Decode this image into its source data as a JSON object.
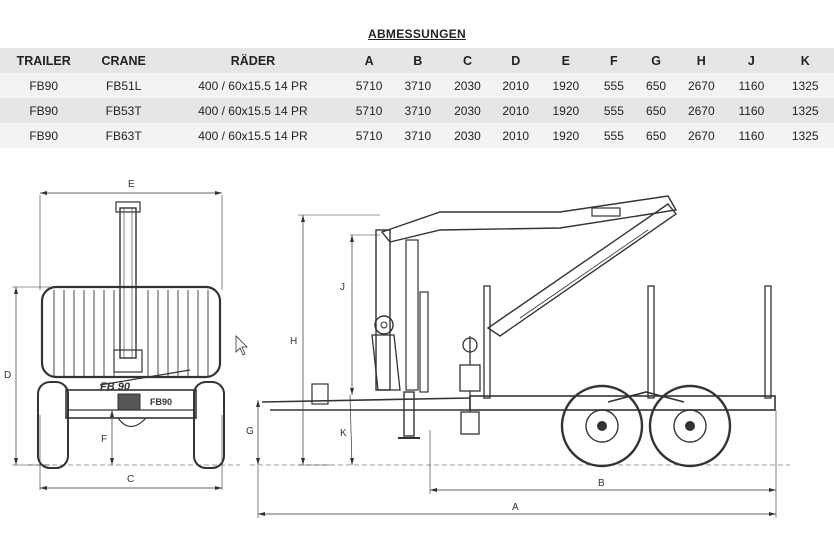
{
  "title": "ABMESSUNGEN",
  "columns": [
    "TRAILER",
    "CRANE",
    "RÄDER",
    "A",
    "B",
    "C",
    "D",
    "E",
    "F",
    "G",
    "H",
    "J",
    "K"
  ],
  "rows": [
    [
      "FB90",
      "FB51L",
      "400 / 60x15.5 14 PR",
      "5710",
      "3710",
      "2030",
      "2010",
      "1920",
      "555",
      "650",
      "2670",
      "1160",
      "1325"
    ],
    [
      "FB90",
      "FB53T",
      "400 / 60x15.5 14 PR",
      "5710",
      "3710",
      "2030",
      "2010",
      "1920",
      "555",
      "650",
      "2670",
      "1160",
      "1325"
    ],
    [
      "FB90",
      "FB63T",
      "400 / 60x15.5 14 PR",
      "5710",
      "3710",
      "2030",
      "2010",
      "1920",
      "555",
      "650",
      "2670",
      "1160",
      "1325"
    ]
  ],
  "drawing": {
    "dim_labels": {
      "A": "A",
      "B": "B",
      "C": "C",
      "D": "D",
      "E": "E",
      "F": "F",
      "G": "G",
      "H": "H",
      "J": "J",
      "K": "K"
    },
    "badge_model": "FB 90",
    "axle_label": "FB90"
  }
}
